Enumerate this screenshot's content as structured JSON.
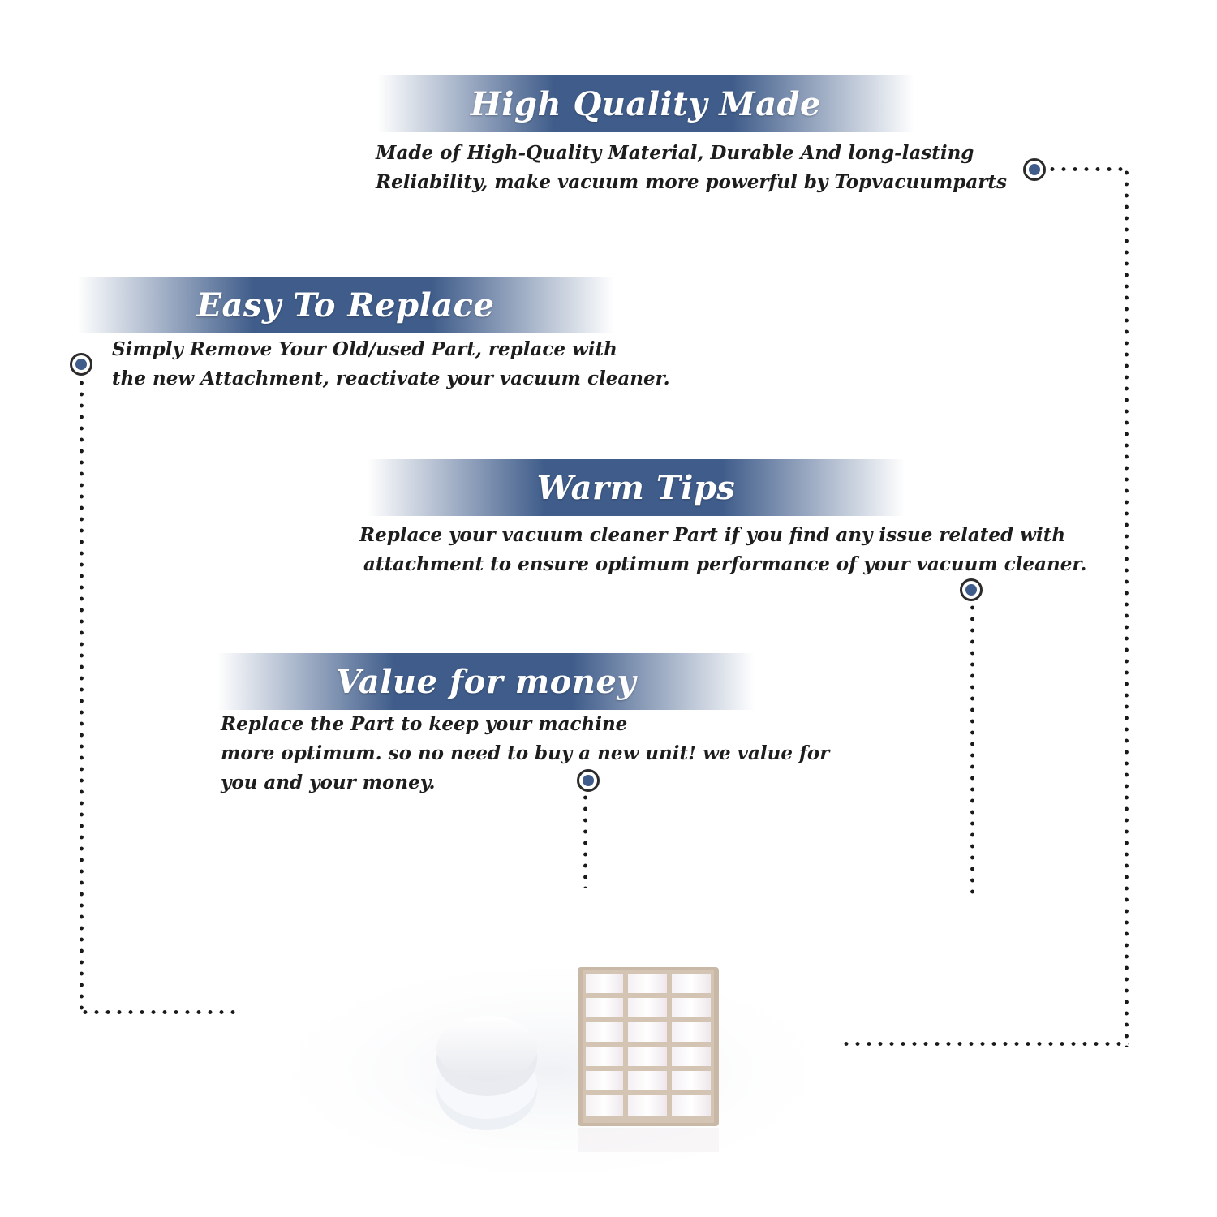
{
  "sections": {
    "quality": {
      "title": "High Quality Made",
      "lines": [
        "Made of  High-Quality Material, Durable And long-lasting",
        "Reliability, make vacuum more powerful by Topvacuumparts"
      ]
    },
    "replace": {
      "title": "Easy To Replace",
      "lines": [
        "Simply Remove Your Old/used Part, replace with",
        "the new Attachment, reactivate your vacuum cleaner."
      ]
    },
    "tips": {
      "title": "Warm Tips",
      "lines": [
        "Replace your vacuum cleaner Part if you find any issue related with",
        "attachment to ensure optimum performance of your vacuum cleaner."
      ]
    },
    "value": {
      "title": "Value for money",
      "lines": [
        "Replace the Part to keep your machine",
        "more optimum. so no need to buy a new unit! we value for",
        "you and your money."
      ]
    }
  },
  "colors": {
    "banner": "#3f5c8a",
    "marker": "#3f5c8a",
    "text": "#1d1d1d",
    "filter_frame": "#c9b8a6",
    "foam": "#f4f4f6"
  },
  "icons": {
    "marker": "circle-marker-icon",
    "foam": "foam-filter-icon",
    "hepa": "hepa-filter-icon"
  }
}
